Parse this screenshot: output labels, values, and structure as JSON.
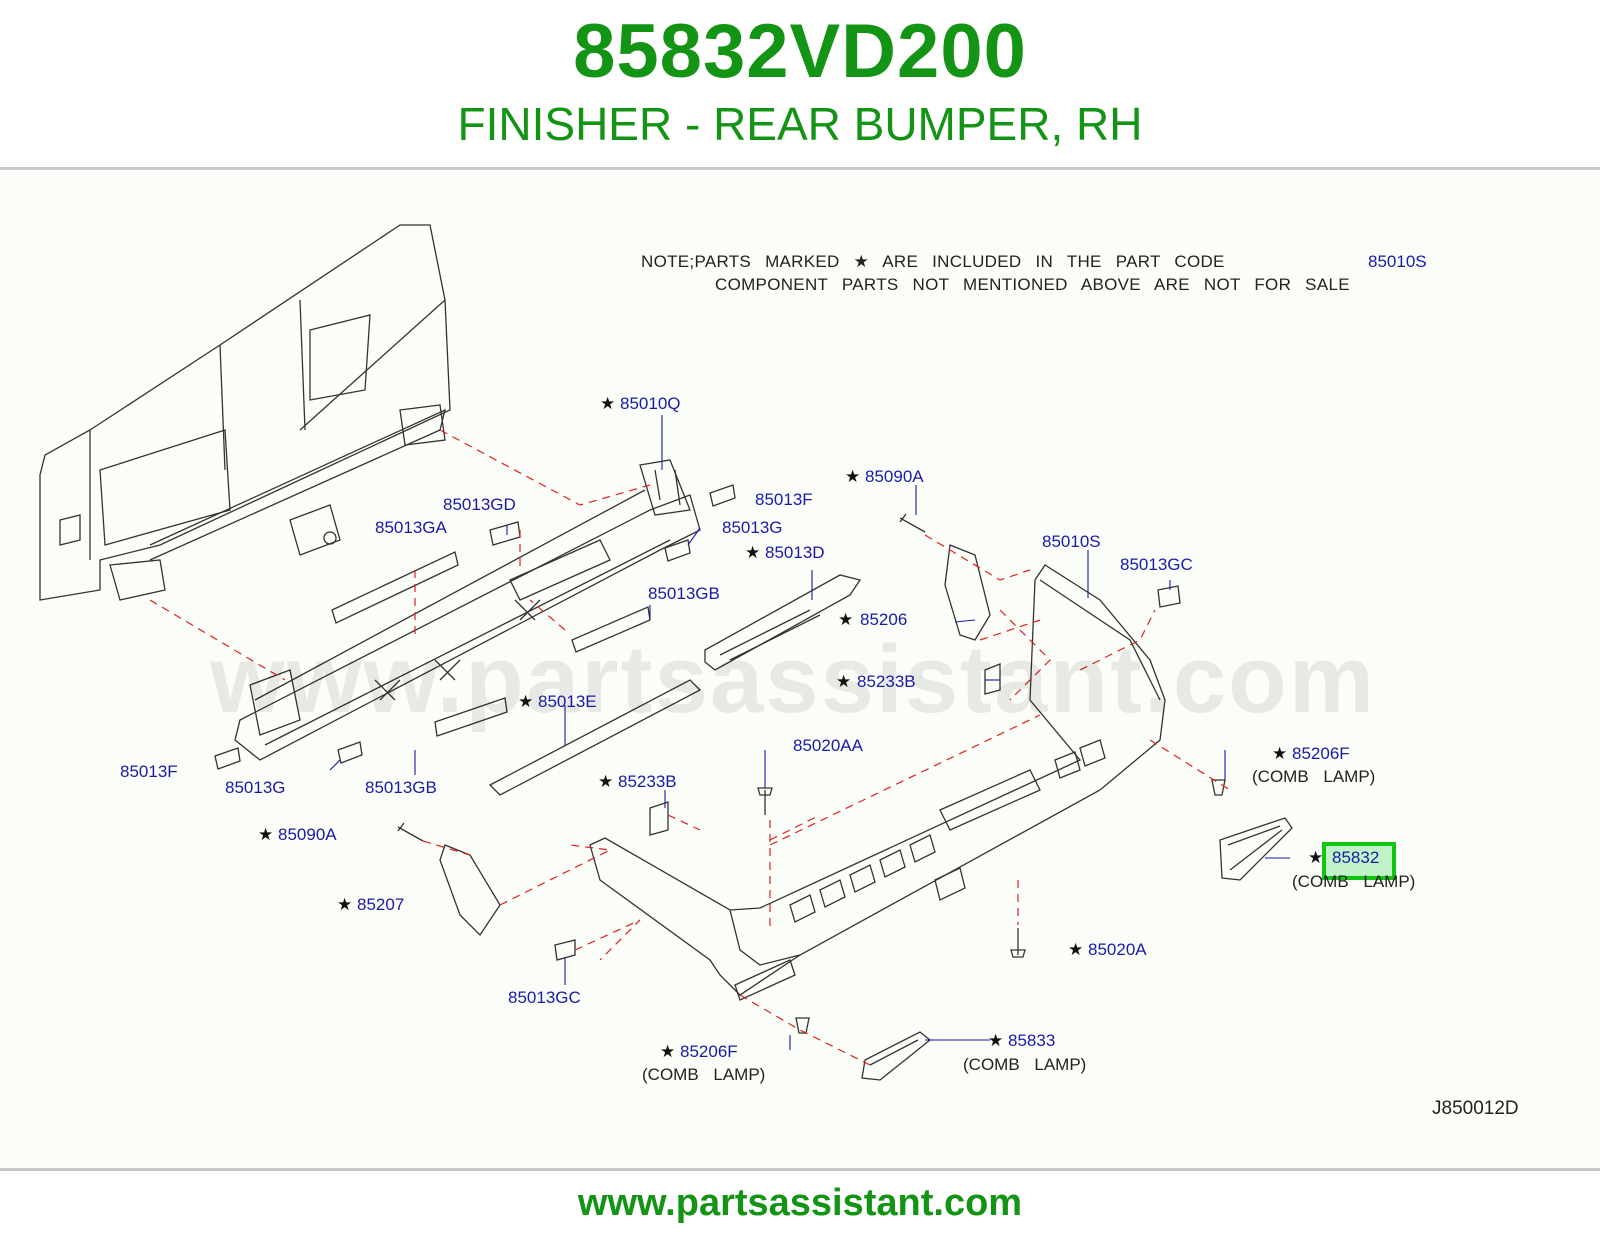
{
  "header": {
    "part_code": "85832VD200",
    "description": "FINISHER - REAR BUMPER, RH"
  },
  "note": {
    "line1": "NOTE;PARTS MARKED ★ ARE INCLUDED IN THE PART CODE",
    "line1_code": "85010S",
    "line2": "COMPONENT PARTS NOT MENTIONED ABOVE ARE NOT FOR SALE"
  },
  "watermark": "www.partsassistant.com",
  "diagram_id": "J850012D",
  "footer": "www.partsassistant.com",
  "labels": {
    "p85010Q": "85010Q",
    "p85013F_top": "85013F",
    "p85013GD": "85013GD",
    "p85013G_top": "85013G",
    "p85013GA": "85013GA",
    "p85013D": "85013D",
    "p85013GB_top": "85013GB",
    "p85090A_top": "85090A",
    "p85010S": "85010S",
    "p85013GC_top": "85013GC",
    "p85206": "85206",
    "p85233B_top": "85233B",
    "p85013E": "85013E",
    "p85020AA": "85020AA",
    "p85206F_top": "85206F",
    "p85013F_left": "85013F",
    "p85013G_left": "85013G",
    "p85013GB_left": "85013GB",
    "p85233B_mid": "85233B",
    "p85832": "85832",
    "p85090A_left": "85090A",
    "p85207": "85207",
    "p85020A": "85020A",
    "p85013GC_bottom": "85013GC",
    "p85206F_bottom": "85206F",
    "p85833": "85833"
  },
  "sublabels": {
    "comb_lamp_1": "(COMB  LAMP)",
    "comb_lamp_2": "(COMB  LAMP)",
    "comb_lamp_3": "(COMB  LAMP)",
    "comb_lamp_4": "(COMB  LAMP)"
  },
  "highlight_part": "85832",
  "colors": {
    "brand_green": "#149414",
    "label_blue": "#1a1aa8",
    "leader_red": "#e02020",
    "highlight_green": "#11c611"
  }
}
